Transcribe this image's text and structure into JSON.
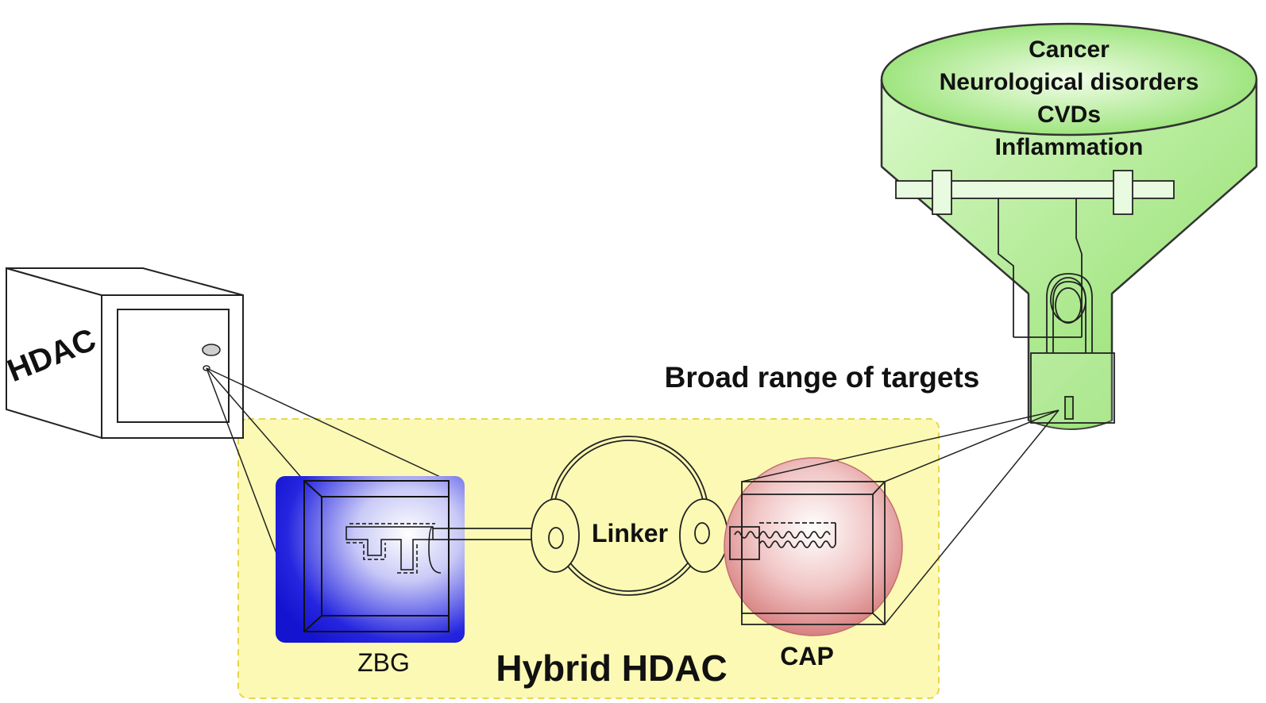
{
  "labels": {
    "hdac": "HDAC",
    "linker": "Linker",
    "zbg": "ZBG",
    "cap": "CAP",
    "hybrid": "Hybrid HDAC",
    "broad": "Broad range of targets"
  },
  "funnel_items": [
    "Cancer",
    "Neurological disorders",
    "CVDs",
    "Inflammation"
  ],
  "colors": {
    "hybrid_box": "#fbf9b4",
    "hybrid_border": "#e8d850",
    "zbg_blue": "#1a1adc",
    "cap_red": "#d98a8a",
    "funnel_green": "#a8ec88",
    "funnel_dark": "#5cc63a"
  }
}
